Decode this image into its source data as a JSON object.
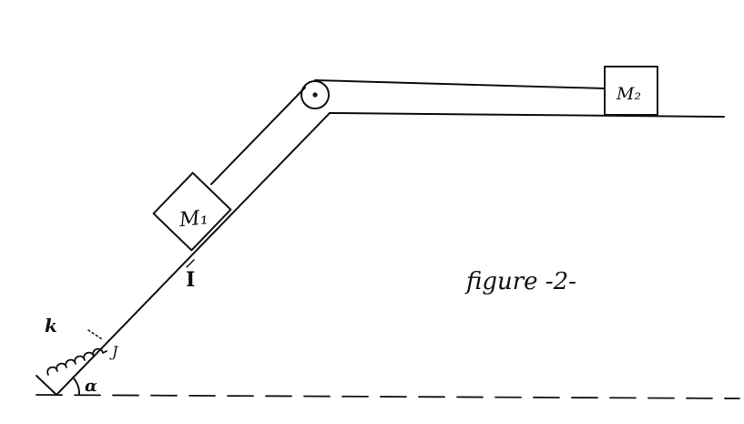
{
  "diagram": {
    "labels": {
      "mass1": "M₁",
      "mass2": "M₂",
      "spring": "k",
      "point": "I",
      "angle": "α",
      "j_mark": "J",
      "figure": "figure -2-"
    },
    "colors": {
      "ink": "#111111",
      "background": "#ffffff"
    }
  }
}
